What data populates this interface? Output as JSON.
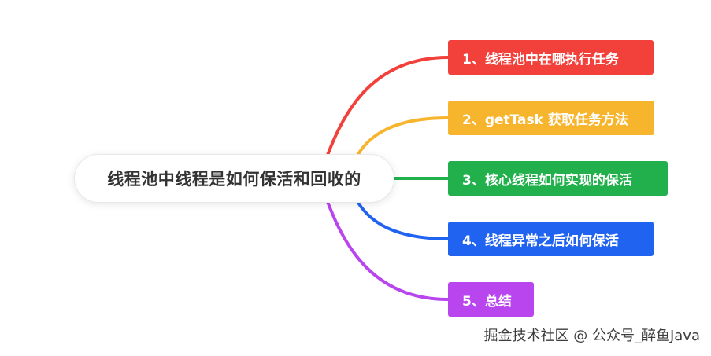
{
  "root": {
    "label": "线程池中线程是如何保活和回收的"
  },
  "branches": [
    {
      "label": "1、线程池中在哪执行任务",
      "color": "#f2403b"
    },
    {
      "label": "2、getTask 获取任务方法",
      "color": "#f7b52e"
    },
    {
      "label": "3、核心线程如何实现的保活",
      "color": "#21b04b"
    },
    {
      "label": "4、线程异常之后如何保活",
      "color": "#2163f1"
    },
    {
      "label": "5、总结",
      "color": "#b945ef"
    }
  ],
  "watermark": {
    "text": "掘金技术社区 @ 公众号_醉鱼Java"
  }
}
